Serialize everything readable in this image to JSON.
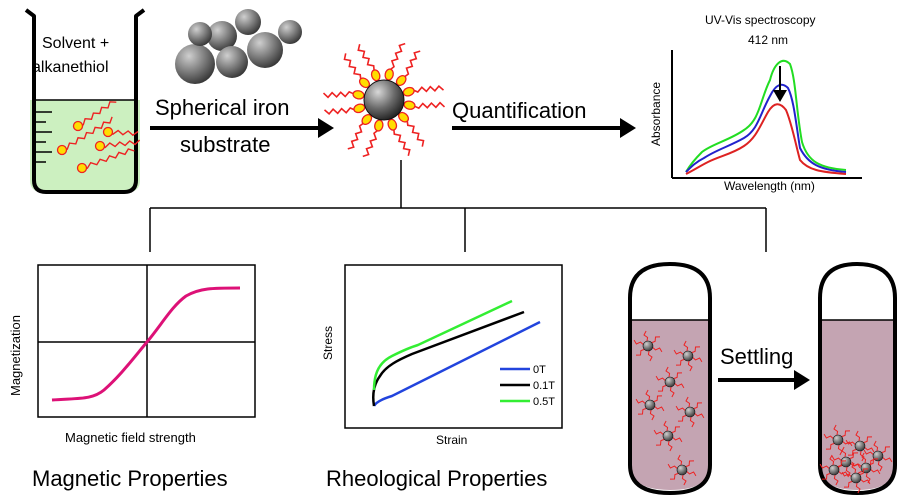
{
  "beaker": {
    "line1": "Solvent +",
    "line2": "alkanethiol"
  },
  "step1": {
    "line1": "Spherical iron",
    "line2": "substrate"
  },
  "step2": {
    "label": "Quantification"
  },
  "uvvis": {
    "title": "UV-Vis spectroscopy",
    "peak": "412 nm",
    "ylabel": "Absorbance",
    "xlabel": "Wavelength (nm)",
    "colors": {
      "green": "#22dd22",
      "blue": "#2222cc",
      "red": "#dd2222"
    }
  },
  "magnetic": {
    "ylabel": "Magnetization",
    "xlabel": "Magnetic field strength",
    "caption": "Magnetic Properties",
    "curve_color": "#dd1177"
  },
  "rheology": {
    "ylabel": "Stress",
    "xlabel": "Strain",
    "caption": "Rheological Properties",
    "legend": [
      {
        "name": "0T",
        "color": "#2244dd"
      },
      {
        "name": "0.1T",
        "color": "#000000"
      },
      {
        "name": "0.5T",
        "color": "#33ee33"
      }
    ]
  },
  "settling": {
    "label": "Settling"
  },
  "colors": {
    "liquid": "#ccf0c0",
    "tube": "#c4a4b2",
    "chain": "#ee2222",
    "headgroup": "#ffdd00"
  }
}
